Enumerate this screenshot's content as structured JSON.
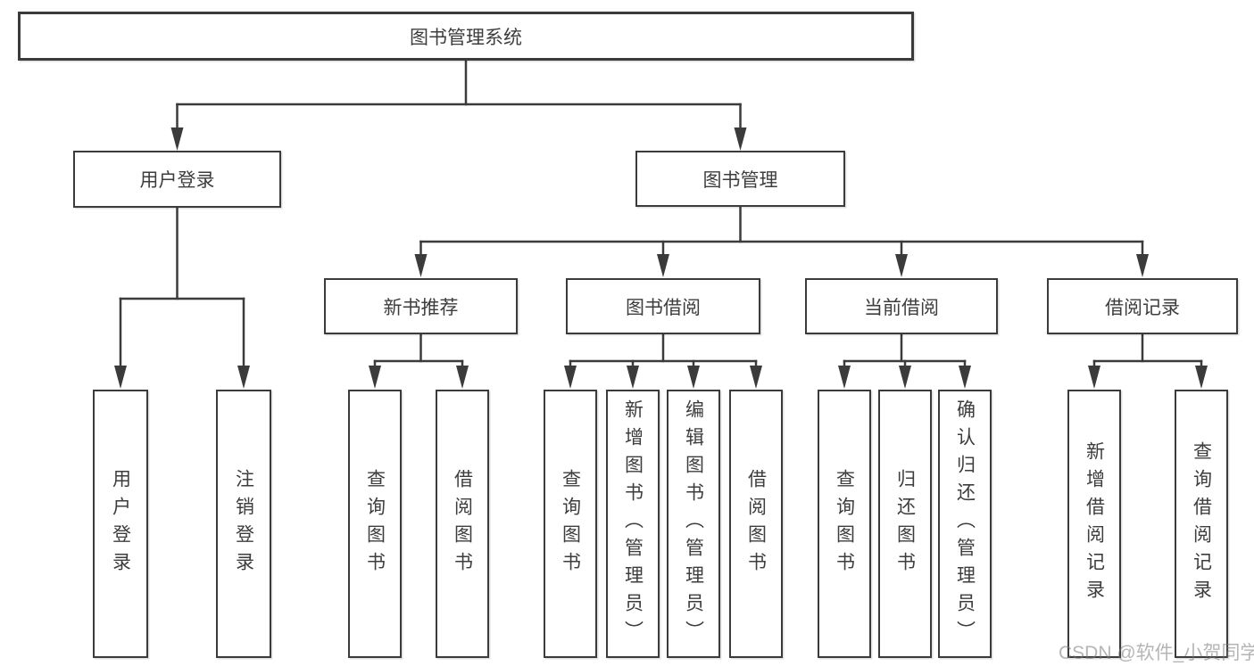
{
  "diagram_title": "图书管理系统",
  "colors": {
    "line": "#3b3b3b",
    "text": "#3d3d3d",
    "background": "#ffffff",
    "watermark": "#8f8f8f"
  },
  "tree": {
    "label": "图书管理系统",
    "children": [
      {
        "label": "用户登录",
        "children": [
          {
            "label": "用户登录"
          },
          {
            "label": "注销登录"
          }
        ]
      },
      {
        "label": "图书管理",
        "children": [
          {
            "label": "新书推荐",
            "children": [
              {
                "label": "查询图书"
              },
              {
                "label": "借阅图书"
              }
            ]
          },
          {
            "label": "图书借阅",
            "children": [
              {
                "label": "查询图书"
              },
              {
                "label": "新增图书（管理员）"
              },
              {
                "label": "编辑图书（管理员）"
              },
              {
                "label": "借阅图书"
              }
            ]
          },
          {
            "label": "当前借阅",
            "children": [
              {
                "label": "查询图书"
              },
              {
                "label": "归还图书"
              },
              {
                "label": "确认归还（管理员）"
              }
            ]
          },
          {
            "label": "借阅记录",
            "children": [
              {
                "label": "新增借阅记录"
              },
              {
                "label": "查询借阅记录"
              }
            ]
          }
        ]
      }
    ]
  },
  "watermark": {
    "text": "CSDN @软件_小贺同学"
  }
}
